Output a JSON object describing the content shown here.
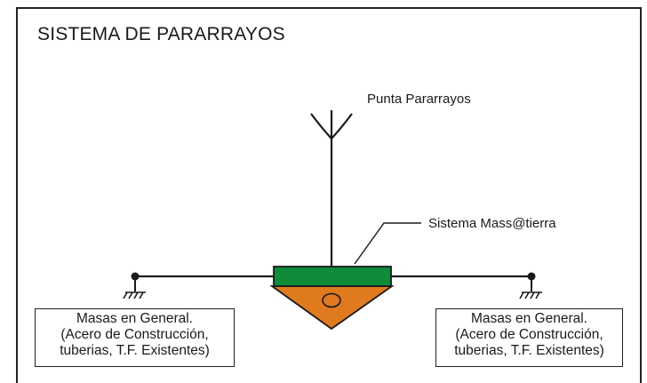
{
  "title": "SISTEMA DE PARARRAYOS",
  "labels": {
    "punta": "Punta Pararrayos",
    "mass": "Sistema Mass@tierra"
  },
  "boxes": {
    "left": [
      "Masas en General.",
      "(Acero de Construcción,",
      "tuberias, T.F. Existentes)"
    ],
    "right": [
      "Masas en General.",
      "(Acero de Construcción,",
      "tuberias, T.F. Existentes)"
    ]
  },
  "colors": {
    "green": "#0e8c3a",
    "orange": "#e07a1f",
    "line": "#1a1a1a"
  }
}
